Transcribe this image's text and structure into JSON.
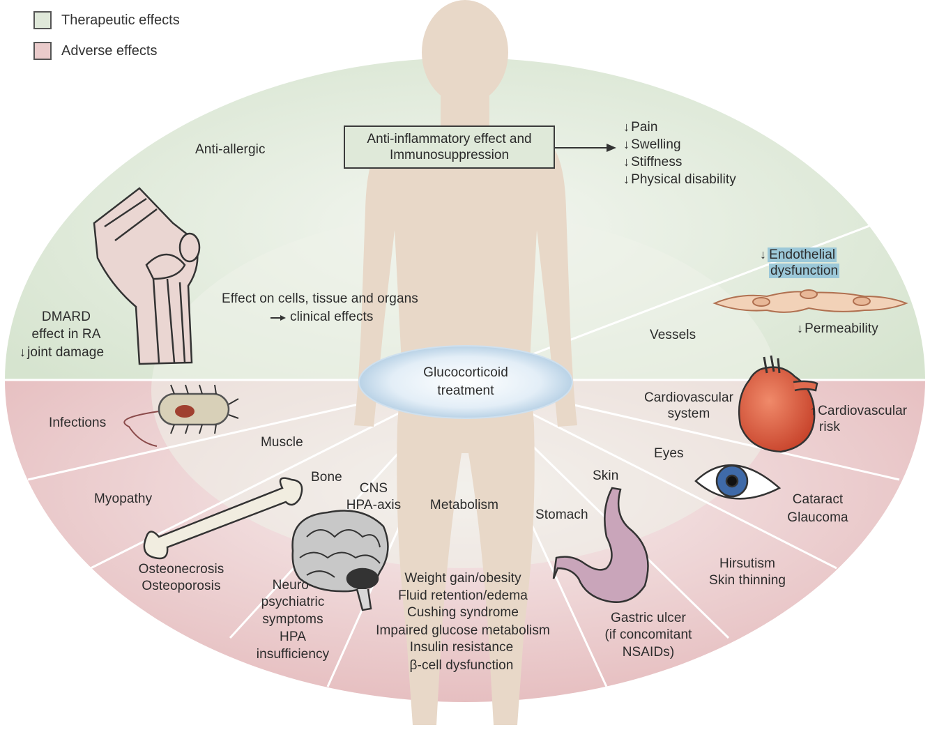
{
  "legend": {
    "therapeutic": {
      "label": "Therapeutic effects",
      "color": "#dfe8d9"
    },
    "adverse": {
      "label": "Adverse effects",
      "color": "#eacbcb"
    }
  },
  "center": {
    "box_line1": "Anti-inflammatory effect and",
    "box_line2": "Immunosuppression",
    "effect_line1": "Effect on cells, tissue and organs",
    "effect_line2": "clinical effects",
    "treatment_line1": "Glucocorticoid",
    "treatment_line2": "treatment"
  },
  "therapeutic": {
    "anti_allergic": "Anti-allergic",
    "clinical_outcomes": [
      "Pain",
      "Swelling",
      "Stiffness",
      "Physical disability"
    ],
    "dmard_line1": "DMARD",
    "dmard_line2": "effect in RA",
    "dmard_line3": "joint damage",
    "endothelial_line1": "Endothelial",
    "endothelial_line2": "dysfunction",
    "permeability": "Permeability",
    "vessels": "Vessels"
  },
  "adverse": {
    "infections": "Infections",
    "muscle": "Muscle",
    "myopathy": "Myopathy",
    "bone": "Bone",
    "osteo_line1": "Osteonecrosis",
    "osteo_line2": "Osteoporosis",
    "cns_line1": "CNS",
    "cns_line2": "HPA-axis",
    "neuro": [
      "Neuro-",
      "psychiatric",
      "symptoms",
      "HPA",
      "insufficiency"
    ],
    "metabolism": "Metabolism",
    "metabolic_effects": [
      "Weight gain/obesity",
      "Fluid retention/edema",
      "Cushing syndrome",
      "Impaired glucose metabolism",
      "Insulin resistance",
      "β-cell dysfunction"
    ],
    "stomach": "Stomach",
    "gastric": [
      "Gastric ulcer",
      "(if concomitant",
      "NSAIDs)"
    ],
    "skin": "Skin",
    "skin_effects": [
      "Hirsutism",
      "Skin thinning"
    ],
    "eyes": "Eyes",
    "eye_effects": [
      "Cataract",
      "Glaucoma"
    ],
    "cv_system_line1": "Cardiovascular",
    "cv_system_line2": "system",
    "cv_risk_line1": "Cardiovascular",
    "cv_risk_line2": "risk"
  }
}
